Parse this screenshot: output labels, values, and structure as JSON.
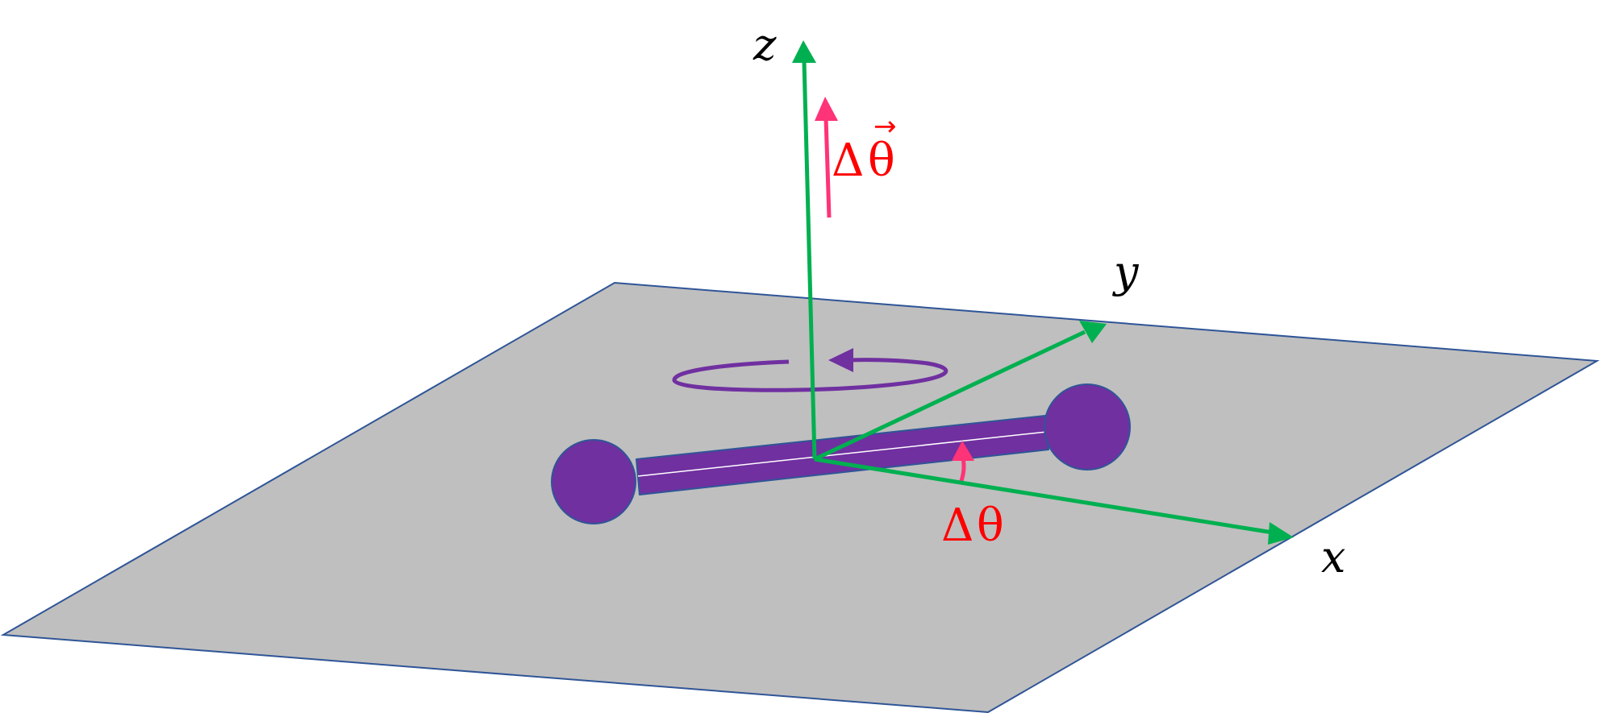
{
  "labels": {
    "z": "z",
    "y": "y",
    "x": "x",
    "delta_theta_vector_delta": "Δ",
    "delta_theta_vector_theta": "θ",
    "delta_theta_vector_arrow": "→",
    "delta_theta_scalar_delta": "Δ",
    "delta_theta_scalar_theta": "θ"
  },
  "colors": {
    "plane_fill": "#bfbfbf",
    "plane_edge": "#2f5597",
    "axis": "#00b050",
    "rotor": "#7030a0",
    "rotor_edge": "#2f5597",
    "angle_arrow": "#ff3377",
    "angle_text": "#ff0000",
    "axis_text": "#000000"
  },
  "icons": {
    "rotation_direction": "counterclockwise-circular-arrow-icon"
  }
}
